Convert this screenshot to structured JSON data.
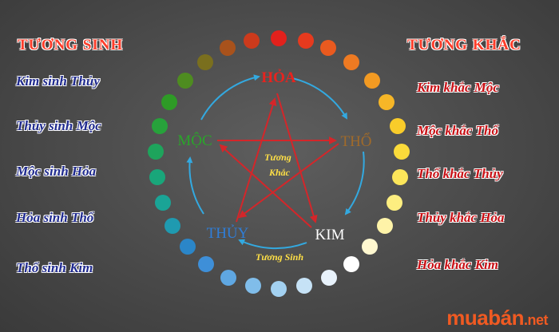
{
  "left": {
    "title": "TƯƠNG SINH",
    "items": [
      "Kim sinh Thủy",
      "Thủy sinh Mộc",
      "Mộc sinh Hỏa",
      "Hỏa sinh Thổ",
      "Thổ sinh Kim"
    ]
  },
  "right": {
    "title": "TƯƠNG KHẮC",
    "items": [
      "Kim khắc Mộc",
      "Mộc khắc Thổ",
      "Thổ khắc Thủy",
      "Thủy khắc Hỏa",
      "Hỏa khắc Kim"
    ]
  },
  "elements": {
    "hoa": "HỎA",
    "tho": "THỔ",
    "kim": "KIM",
    "thuy": "THỦY",
    "moc": "MỘC"
  },
  "center_label": [
    "Tương",
    "Khắc"
  ],
  "bottom_label": "Tương Sinh",
  "watermark": {
    "main": "muabán",
    "tld": ".net"
  },
  "colors": {
    "hoa": "#e8231e",
    "tho": "#a06a2a",
    "kim": "#ffffff",
    "thuy": "#2f7ed8",
    "moc": "#2aa52a",
    "cycle_arrows": "#33a9e0",
    "star_arrows": "#d4262a",
    "label_yellow": "#ffe046"
  }
}
